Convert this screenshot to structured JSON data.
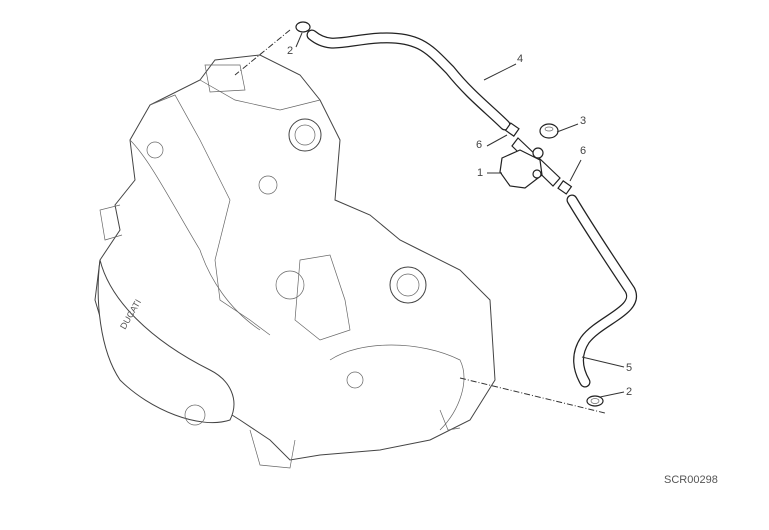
{
  "diagram": {
    "callouts": [
      {
        "id": "callout-2-top",
        "text": "2"
      },
      {
        "id": "callout-4",
        "text": "4"
      },
      {
        "id": "callout-3",
        "text": "3"
      },
      {
        "id": "callout-6-left",
        "text": "6"
      },
      {
        "id": "callout-1",
        "text": "1"
      },
      {
        "id": "callout-6-right",
        "text": "6"
      },
      {
        "id": "callout-5",
        "text": "5"
      },
      {
        "id": "callout-2-bottom",
        "text": "2"
      }
    ],
    "drawing_code": "SCR00298",
    "engine_logo_text": "DUCATI"
  }
}
